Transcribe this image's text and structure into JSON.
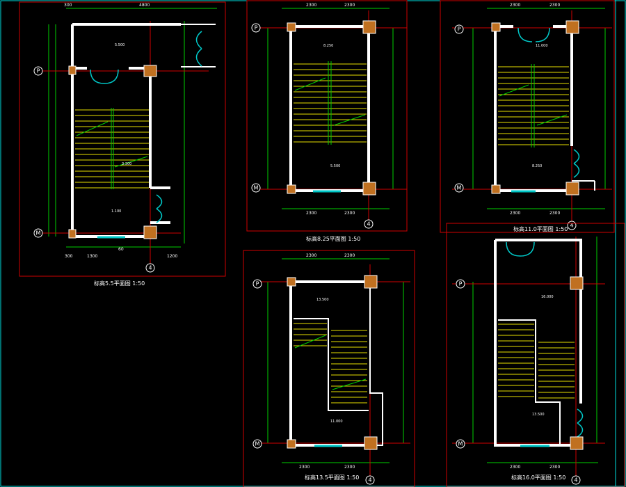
{
  "sheets": [
    {
      "title": "标高5.5平面图 1:50",
      "grid_top": "P",
      "grid_bottom": "M",
      "grid_axis": "4",
      "level_labels": [
        "5.500",
        "3.300",
        "1.100"
      ],
      "top_dims": [
        "300",
        "4800"
      ],
      "bottom_dims": [
        "300",
        "1300",
        "60",
        "1200"
      ]
    },
    {
      "title": "标高8.25平面图 1:50",
      "grid_top": "P",
      "grid_bottom": "M",
      "grid_axis": "4",
      "level_labels": [
        "8.250",
        "5.500"
      ],
      "top_dims": [
        "2300",
        "2300"
      ],
      "bottom_dims": [
        "2300",
        "2300"
      ]
    },
    {
      "title": "标高11.0平面图 1:50",
      "grid_top": "P",
      "grid_bottom": "M",
      "grid_axis": "4",
      "level_labels": [
        "11.000",
        "8.250"
      ],
      "top_dims": [
        "2300",
        "2300"
      ],
      "bottom_dims": [
        "2300",
        "2300"
      ]
    },
    {
      "title": "标高13.5平面图 1:50",
      "grid_top": "P",
      "grid_bottom": "M",
      "grid_axis": "4",
      "level_labels": [
        "13.500",
        "11.000"
      ],
      "top_dims": [
        "2300",
        "2300"
      ],
      "bottom_dims": [
        "2300",
        "2300"
      ]
    },
    {
      "title": "标高16.0平面图 1:50",
      "grid_top": "P",
      "grid_bottom": "M",
      "grid_axis": "4",
      "level_labels": [
        "16.000",
        "13.500"
      ],
      "top_dims": [],
      "bottom_dims": [
        "2300",
        "2300"
      ]
    }
  ]
}
